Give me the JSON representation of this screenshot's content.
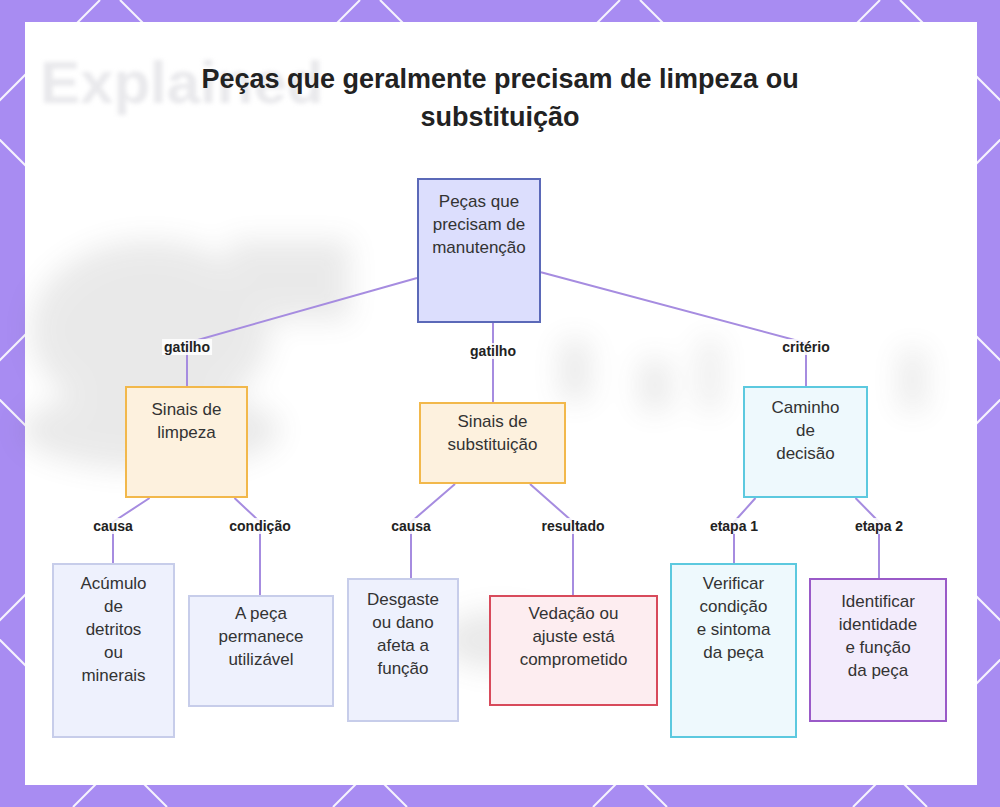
{
  "diagram": {
    "title": "Peças que geralmente precisam de limpeza ou substituição",
    "nodes": [
      {
        "text": [
          "Peças que precisam de manutenção"
        ]
      },
      {
        "text": [
          "Sinais de limpeza"
        ]
      },
      {
        "text": [
          "Sinais de substituição"
        ]
      },
      {
        "text": [
          "Caminho de decisão"
        ]
      },
      {
        "text": [
          "Acúmulo de detritos ou minerais"
        ]
      },
      {
        "text": [
          "A peça permanece utilizável"
        ]
      },
      {
        "text": [
          "Desgaste ou dano afeta a função"
        ]
      },
      {
        "text": [
          "Vedação ou ajuste está comprometido"
        ]
      },
      {
        "text": [
          "Verificar condição e sintoma da peça"
        ]
      },
      {
        "text": [
          "Identificar identidade e função da peça"
        ]
      }
    ],
    "edges": [
      {
        "from": 0,
        "to": 1,
        "label": "gatilho",
        "arrow": "none"
      },
      {
        "from": 0,
        "to": 2,
        "label": "gatilho",
        "arrow": "none"
      },
      {
        "from": 0,
        "to": 3,
        "label": "critério",
        "arrow": "none"
      },
      {
        "from": 1,
        "to": 4,
        "label": "causa",
        "arrow": "none"
      },
      {
        "from": 1,
        "to": 5,
        "label": "condição",
        "arrow": "none"
      },
      {
        "from": 2,
        "to": 6,
        "label": "causa",
        "arrow": "none"
      },
      {
        "from": 2,
        "to": 7,
        "label": "resultado",
        "arrow": "none"
      },
      {
        "from": 3,
        "to": 8,
        "label": "etapa 1",
        "arrow": "none"
      },
      {
        "from": 3,
        "to": 9,
        "label": "etapa 2",
        "arrow": "none"
      }
    ],
    "labels": [
      "Explained"
    ]
  }
}
